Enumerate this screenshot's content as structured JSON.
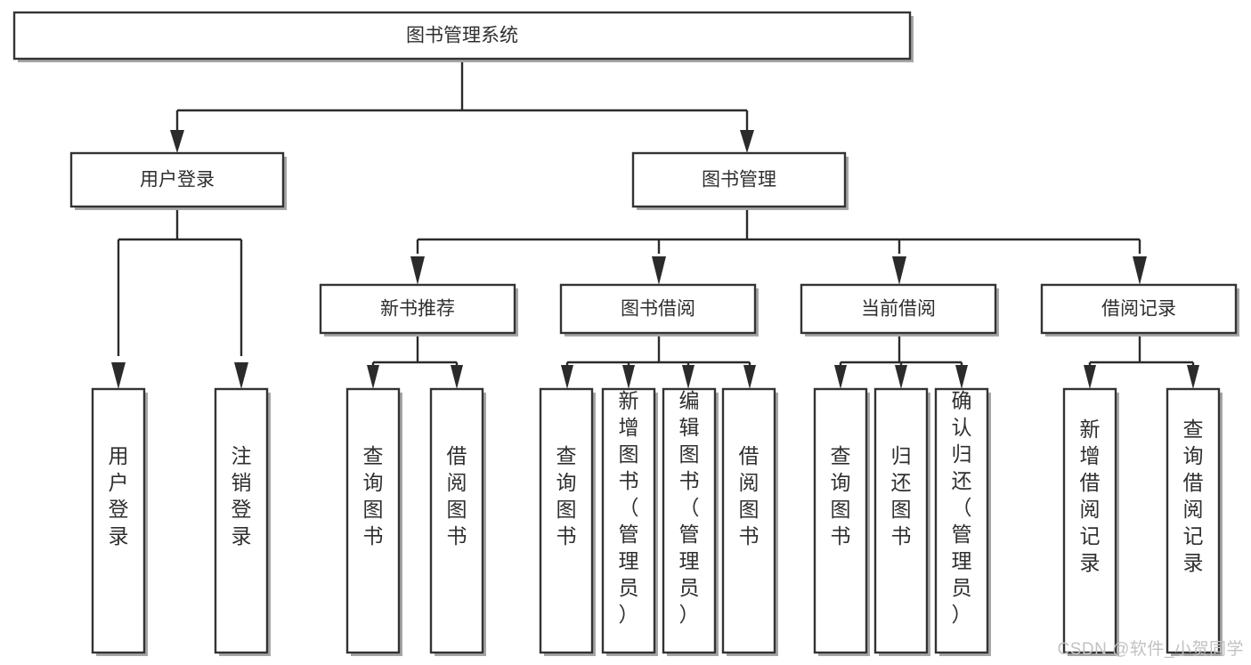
{
  "diagram": {
    "type": "tree-flowchart",
    "title": "图书管理系统",
    "watermark": "CSDN @软件_小贺同学",
    "colors": {
      "box_stroke": "#333333",
      "box_fill": "#ffffff",
      "connector": "#2b2b2b",
      "text": "#2f2f2f",
      "background": "#ffffff",
      "watermark": "#c2c2c2"
    },
    "root": {
      "label": "图书管理系统"
    },
    "level2": [
      {
        "label": "用户登录"
      },
      {
        "label": "图书管理"
      }
    ],
    "level3": [
      {
        "label": "新书推荐"
      },
      {
        "label": "图书借阅"
      },
      {
        "label": "当前借阅"
      },
      {
        "label": "借阅记录"
      }
    ],
    "leaves": {
      "user_login": [
        {
          "label": "用户登录"
        },
        {
          "label": "注销登录"
        }
      ],
      "new_book_recommend": [
        {
          "label": "查询图书"
        },
        {
          "label": "借阅图书"
        }
      ],
      "book_borrow": [
        {
          "label": "查询图书"
        },
        {
          "label": "新增图书（管理员）"
        },
        {
          "label": "编辑图书（管理员）"
        },
        {
          "label": "借阅图书"
        }
      ],
      "current_borrow": [
        {
          "label": "查询图书"
        },
        {
          "label": "归还图书"
        },
        {
          "label": "确认归还（管理员）"
        }
      ],
      "borrow_record": [
        {
          "label": "新增借阅记录"
        },
        {
          "label": "查询借阅记录"
        }
      ]
    }
  }
}
